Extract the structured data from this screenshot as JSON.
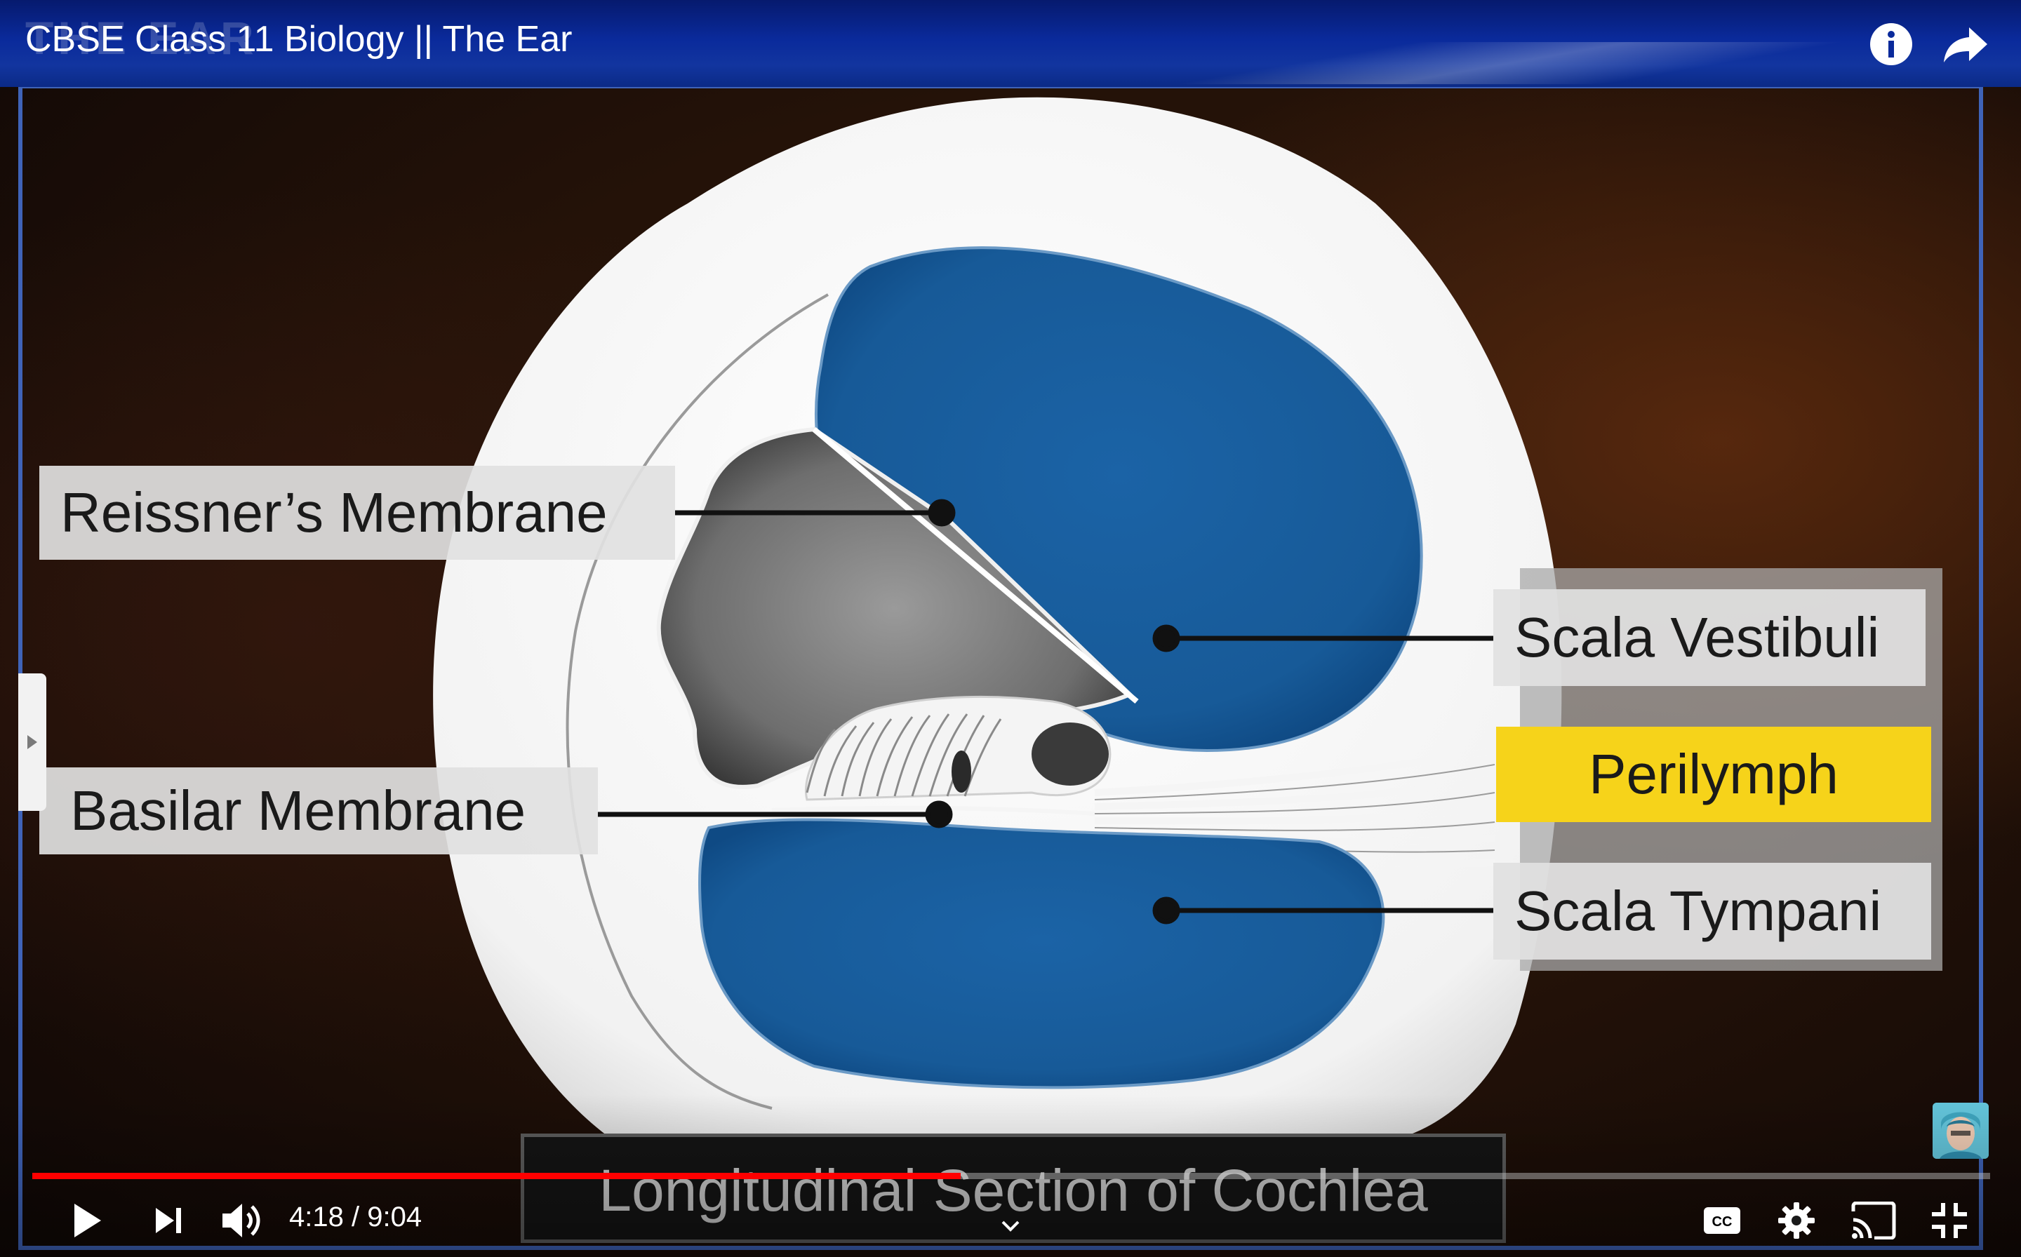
{
  "title_bar": {
    "watermark": "THE EAR",
    "title": "CBSE Class 11 Biology || The Ear",
    "info_icon": "info-icon",
    "share_icon": "share-icon"
  },
  "diagram": {
    "labels": {
      "reissners_membrane": "Reissner’s Membrane",
      "basilar_membrane": "Basilar Membrane",
      "scala_vestibuli": "Scala Vestibuli",
      "perilymph": "Perilymph",
      "scala_tympani": "Scala Tympani"
    },
    "caption": "Longitudinal Section of Cochlea",
    "colors": {
      "scala_fill": "#1a5fa0",
      "perilymph_highlight": "#f6d31a"
    }
  },
  "player": {
    "current_time": "4:18",
    "separator": "/",
    "duration": "9:04",
    "progress_fraction": 0.4743,
    "icons": {
      "play": "play-icon",
      "next": "next-icon",
      "volume": "volume-icon",
      "captions": "cc-icon",
      "settings": "gear-icon",
      "cast": "cast-icon",
      "exit_fullscreen": "exit-fullscreen-icon",
      "chevron": "chevron-down-icon"
    },
    "progress_color": "#ff0000"
  }
}
